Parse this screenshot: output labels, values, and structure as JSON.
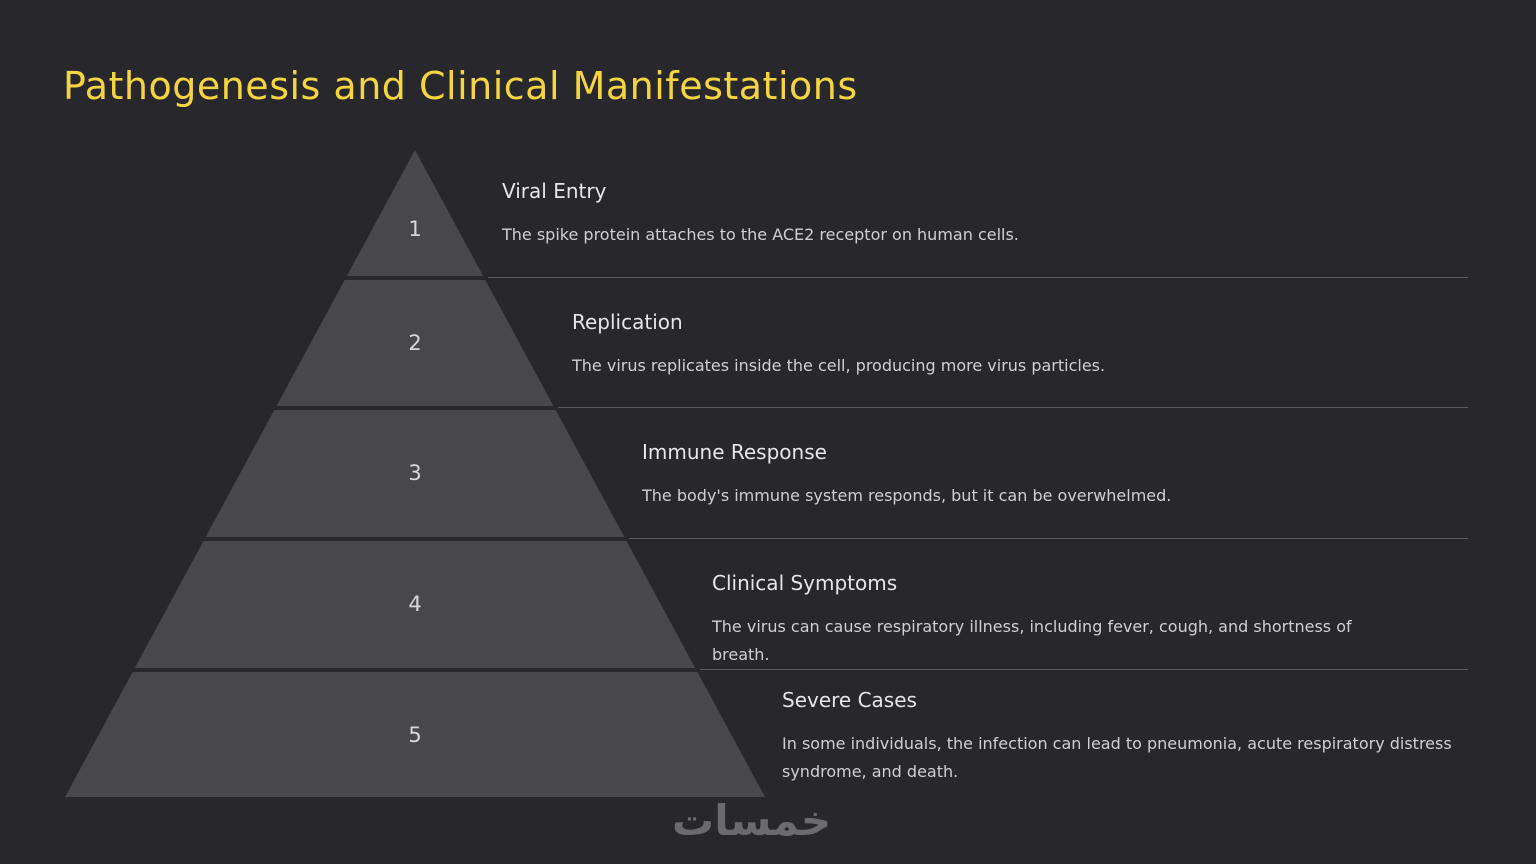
{
  "title": "Pathogenesis and Clinical Manifestations",
  "levels": [
    {
      "number": "1",
      "heading": "Viral Entry",
      "description": "The spike protein attaches to the ACE2 receptor on human cells."
    },
    {
      "number": "2",
      "heading": "Replication",
      "description": "The virus replicates inside the cell, producing more virus particles."
    },
    {
      "number": "3",
      "heading": "Immune Response",
      "description": "The body's immune system responds, but it can be overwhelmed."
    },
    {
      "number": "4",
      "heading": "Clinical Symptoms",
      "description": "The virus can cause respiratory illness, including fever, cough, and shortness of breath."
    },
    {
      "number": "5",
      "heading": "Severe Cases",
      "description": "In some individuals, the infection can lead to pneumonia, acute respiratory distress syndrome, and death."
    }
  ],
  "logo": "خمسات",
  "colors": {
    "background": "#27272c",
    "band": "#48484c",
    "title": "#f5d442",
    "separator": "#5a5a5e"
  }
}
